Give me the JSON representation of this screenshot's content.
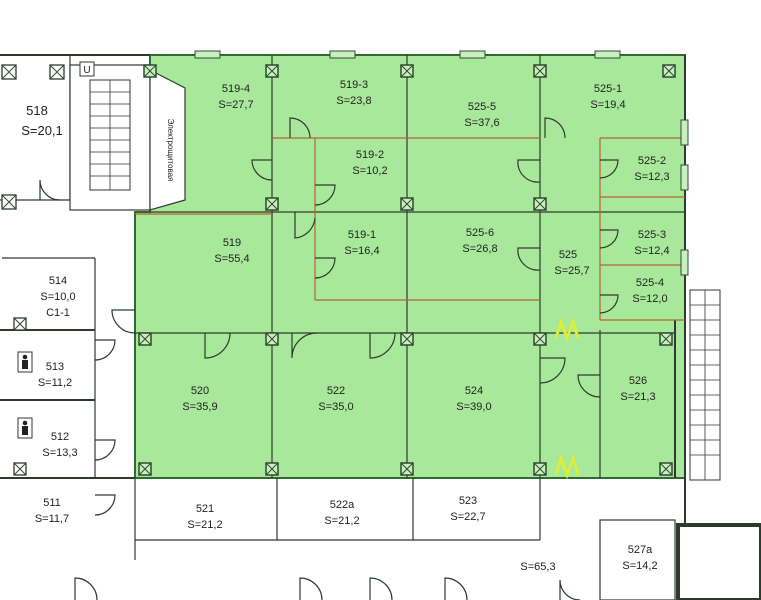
{
  "colors": {
    "highlight_fill": "#a8e89a",
    "highlight_stroke": "#2f6a2f",
    "wall": "#2f3a2f",
    "partition": "#b5652e",
    "accent_marks": "#d9ef3a"
  },
  "rooms": {
    "r518": {
      "num": "518",
      "area": "S=20,1"
    },
    "r519_4": {
      "num": "519-4",
      "area": "S=27,7"
    },
    "r519_3": {
      "num": "519-3",
      "area": "S=23,8"
    },
    "r519_2": {
      "num": "519-2",
      "area": "S=10,2"
    },
    "r519_1": {
      "num": "519-1",
      "area": "S=16,4"
    },
    "r519": {
      "num": "519",
      "area": "S=55,4"
    },
    "r525_5": {
      "num": "525-5",
      "area": "S=37,6"
    },
    "r525_1": {
      "num": "525-1",
      "area": "S=19,4"
    },
    "r525_2": {
      "num": "525-2",
      "area": "S=12,3"
    },
    "r525_3": {
      "num": "525-3",
      "area": "S=12,4"
    },
    "r525_4": {
      "num": "525-4",
      "area": "S=12,0"
    },
    "r525_6": {
      "num": "525-6",
      "area": "S=26,8"
    },
    "r525": {
      "num": "525",
      "area": "S=25,7"
    },
    "r514": {
      "num": "514",
      "area": "S=10,0",
      "extra": "C1-1"
    },
    "r513": {
      "num": "513",
      "area": "S=11,2"
    },
    "r512": {
      "num": "512",
      "area": "S=13,3"
    },
    "r511": {
      "num": "511",
      "area": "S=11,7"
    },
    "r520": {
      "num": "520",
      "area": "S=35,9"
    },
    "r522": {
      "num": "522",
      "area": "S=35,0"
    },
    "r524": {
      "num": "524",
      "area": "S=39,0"
    },
    "r526": {
      "num": "526",
      "area": "S=21,3"
    },
    "r521": {
      "num": "521",
      "area": "S=21,2"
    },
    "r522a": {
      "num": "522a",
      "area": "S=21,2"
    },
    "r523": {
      "num": "523",
      "area": "S=22,7"
    },
    "corridor": {
      "area": "S=65,3"
    },
    "r527a": {
      "num": "527a",
      "area": "S=14,2"
    }
  },
  "labels": {
    "elevator_room": "Электрощитовая"
  },
  "icons": {
    "toilet": "person-wc-icon",
    "stairs": "stairs-icon"
  }
}
